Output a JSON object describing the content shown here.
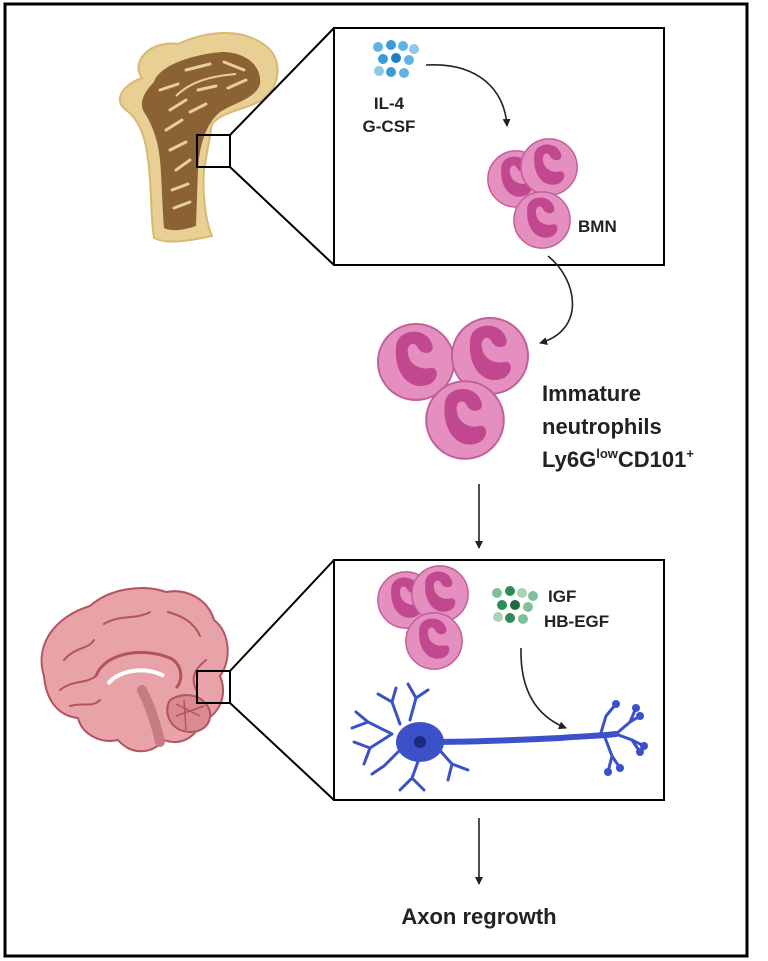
{
  "colors": {
    "frame": "#000000",
    "cell_fill": "#e58fc0",
    "cell_nucleus": "#c1488f",
    "cell_edge": "#c25f9a",
    "cytokine_blue": "#3a9bd6",
    "growth_factor_green": "#2e8b57",
    "neuron": "#3c50c8",
    "bone": "#e8cf94",
    "bone_trabecular": "#8a6234",
    "brain": "#e7a3a8",
    "brain_dark": "#b4535d"
  },
  "icons": {
    "bone": "femur-bone-icon",
    "brain": "brain-sagittal-icon",
    "cytokines": "cytokine-dots-icon",
    "growth_factors": "growth-factor-dots-icon",
    "neutrophils": "neutrophil-cluster-icon",
    "neuron": "neuron-icon"
  },
  "labels": {
    "cytokine_1": "IL-4",
    "cytokine_2": "G-CSF",
    "bmn": "BMN",
    "immature_line1": "Immature",
    "immature_line2": "neutrophils",
    "marker_a": "Ly6G",
    "marker_a_sup": "low",
    "marker_b": "CD101",
    "marker_b_sup": "+",
    "factor_1": "IGF",
    "factor_2": "HB-EGF",
    "outcome": "Axon regrowth"
  }
}
